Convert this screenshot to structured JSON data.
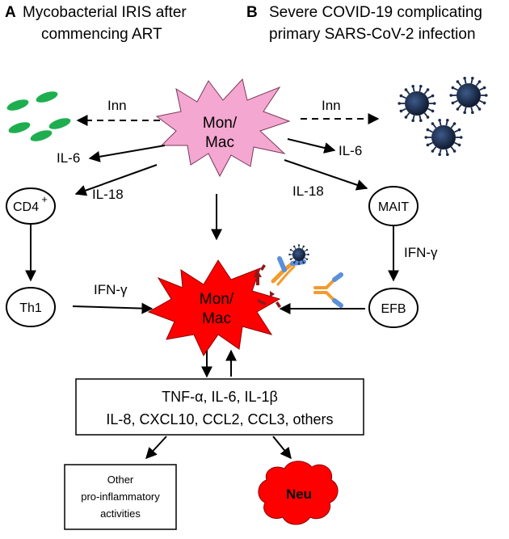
{
  "panel_a": {
    "letter": "A",
    "title_line1": "Mycobacterial IRIS after",
    "title_line2": "commencing ART"
  },
  "panel_b": {
    "letter": "B",
    "title_line1": "Severe COVID-19 complicating",
    "title_line2": "primary SARS-CoV-2 infection"
  },
  "nodes": {
    "mon_mac_top_line1": "Mon/",
    "mon_mac_top_line2": "Mac",
    "cd4": "CD4",
    "cd4_sup": "+",
    "th1": "Th1",
    "mait": "MAIT",
    "efb": "EFB",
    "mon_mac_center_line1": "Mon/",
    "mon_mac_center_line2": "Mac",
    "neu": "Neu"
  },
  "labels": {
    "inn_left": "Inn",
    "inn_right": "Inn",
    "il6_left": "IL-6",
    "il6_right": "IL-6",
    "il18_left": "IL-18",
    "il18_right": "IL-18",
    "ifng_left": "IFN-γ",
    "ifng_right": "IFN-γ"
  },
  "cytokine_box": {
    "line1": "TNF-α, IL-6, IL-1β",
    "line2": "IL-8, CXCL10, CCL2, CCL3, others"
  },
  "other_box": {
    "line1": "Other",
    "line2": "pro-inflammatory",
    "line3": "activities"
  },
  "colors": {
    "mon_mac_top": "#f4a7d0",
    "mon_mac_center": "#ff0000",
    "neu": "#ff0000",
    "bacteria": "#1fae4f",
    "virus": "#1b2a4a",
    "antibody_orange": "#f39b2e",
    "antibody_blue": "#5b8fd9",
    "receptor": "#8b1a1a"
  }
}
